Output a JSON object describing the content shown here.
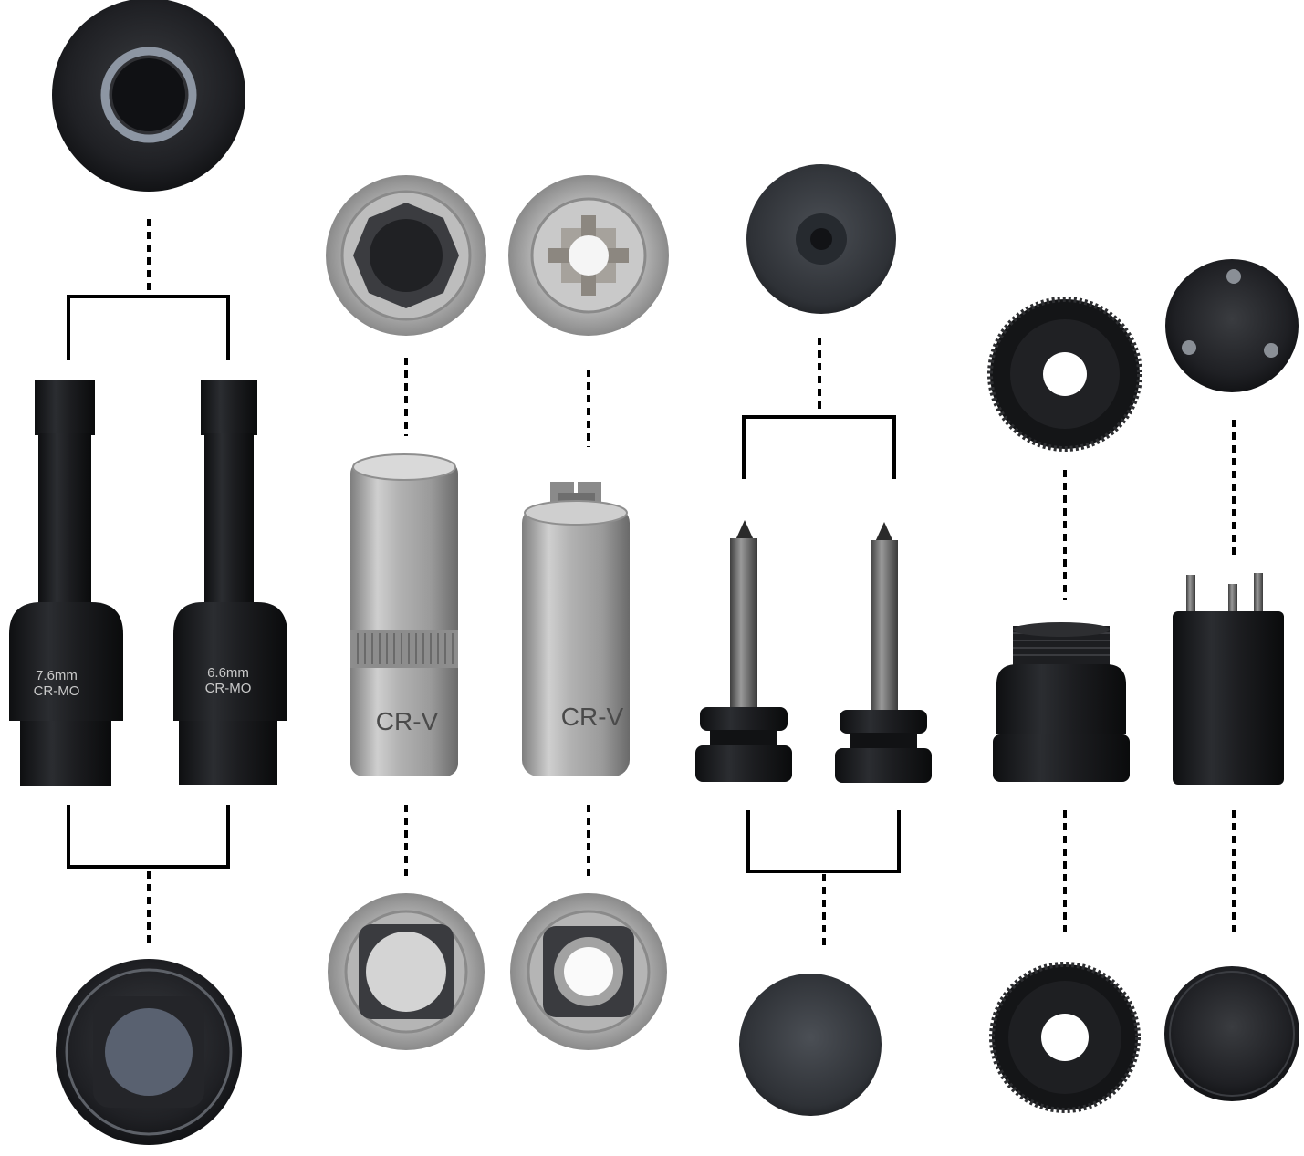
{
  "labels": {
    "socket_1_size": "7.6mm",
    "socket_1_material": "CR-MO",
    "socket_2_size": "6.6mm",
    "socket_2_material": "CR-MO",
    "socket_3_material": "CR-V",
    "socket_4_material": "CR-V"
  },
  "colors": {
    "background": "#ffffff",
    "black_steel": "#1a1b1e",
    "chrome": "#a9a9a9",
    "connector": "#000000"
  }
}
